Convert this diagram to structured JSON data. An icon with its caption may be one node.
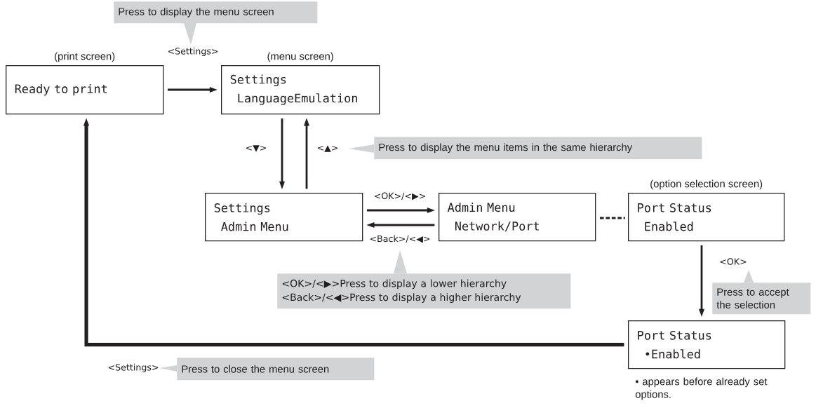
{
  "diagram": {
    "nodes": [
      {
        "text": [
          "Ready to print"
        ],
        "beside": [
          "(print screen)"
        ]
      },
      {
        "text": [
          "Settings",
          "LanguageEmulation"
        ],
        "beside": [
          "(menu screen)"
        ]
      },
      {
        "text": [
          "Settings",
          "Admin Menu"
        ]
      },
      {
        "text": [
          "Admin Menu",
          "Network/Port"
        ]
      },
      {
        "text": [
          "Port Status",
          "Enabled"
        ],
        "beside": [
          "(option selection screen)"
        ]
      },
      {
        "text": [
          "Port Status",
          "•Enabled"
        ],
        "beside": [
          "• appears before already set options."
        ]
      },
      {
        "text": [
          "Press to display the menu screen"
        ]
      },
      {
        "text": [
          "Press to display the menu items in the same hierarchy"
        ]
      },
      {
        "text": [
          "<OK>/<▶>Press to display a lower hierarchy",
          "<Back>/<◀>Press to display a higher hierarchy"
        ]
      },
      {
        "text": [
          "Press to accept the selection"
        ]
      },
      {
        "text": [
          "Press to close the menu screen"
        ]
      }
    ],
    "edges": [
      {
        "from": 0,
        "to": 1,
        "arrow": "to",
        "label": "<Settings>"
      },
      {
        "from": 1,
        "to": 2,
        "arrow": "to",
        "label": "<▼>"
      },
      {
        "from": 2,
        "to": 1,
        "arrow": "to",
        "label": "<▲>"
      },
      {
        "from": 2,
        "to": 3,
        "arrow": "to",
        "label": "<OK>/<▶>"
      },
      {
        "from": 3,
        "to": 2,
        "arrow": "to",
        "label": "<Back>/<◀>"
      },
      {
        "from": 3,
        "to": 4,
        "arrow": "none",
        "style": "dashed"
      },
      {
        "from": 4,
        "to": 5,
        "arrow": "to",
        "label": "<OK>"
      },
      {
        "from": 5,
        "to": 0,
        "arrow": "to",
        "label": "<Settings>",
        "style": "thick"
      }
    ]
  }
}
